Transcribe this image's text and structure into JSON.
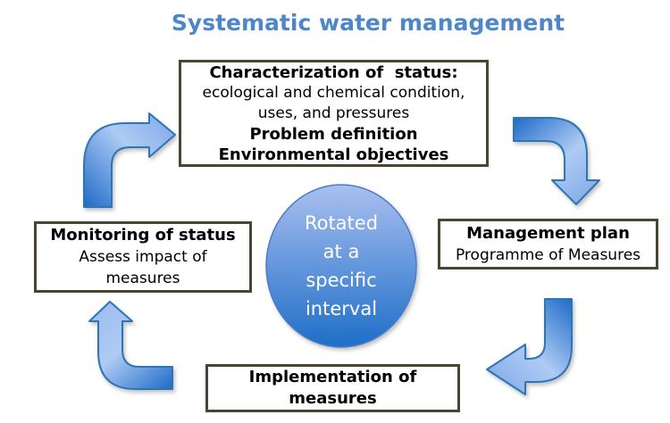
{
  "title": "Systematic water management",
  "boxes": {
    "characterization": {
      "lines": [
        "Characterization of  status:",
        "ecological and chemical condition,",
        "uses, and pressures",
        "Problem definition",
        "Environmental objectives"
      ]
    },
    "management": {
      "lines": [
        "Management plan",
        "Programme of Measures"
      ]
    },
    "implementation": {
      "lines": [
        "Implementation of",
        "measures"
      ]
    },
    "monitoring": {
      "lines": [
        "Monitoring of status",
        "Assess impact of",
        "measures"
      ]
    }
  },
  "center": {
    "lines": [
      "Rotated",
      "at a",
      "specific",
      "interval"
    ]
  },
  "arrows": {
    "monitoring_to_characterization": "bent arrow up-right",
    "characterization_to_management": "bent arrow right-down",
    "management_to_implementation": "bent arrow down-left",
    "implementation_to_monitoring": "bent arrow left-up"
  },
  "colors": {
    "title_text": "#4E87C8",
    "box_border": "#4A4430",
    "box_text": "#000000",
    "arrow_dark": "#1E6BC8",
    "arrow_light": "#AECBF4",
    "arrow_head": "#83AAE8",
    "arrow_stroke": "#2E74B5",
    "ellipse_top": "#A9BFEF",
    "ellipse_bottom": "#1E6EC8",
    "ellipse_stroke": "#4B7CC9",
    "ellipse_text": "#FFFFFF"
  }
}
